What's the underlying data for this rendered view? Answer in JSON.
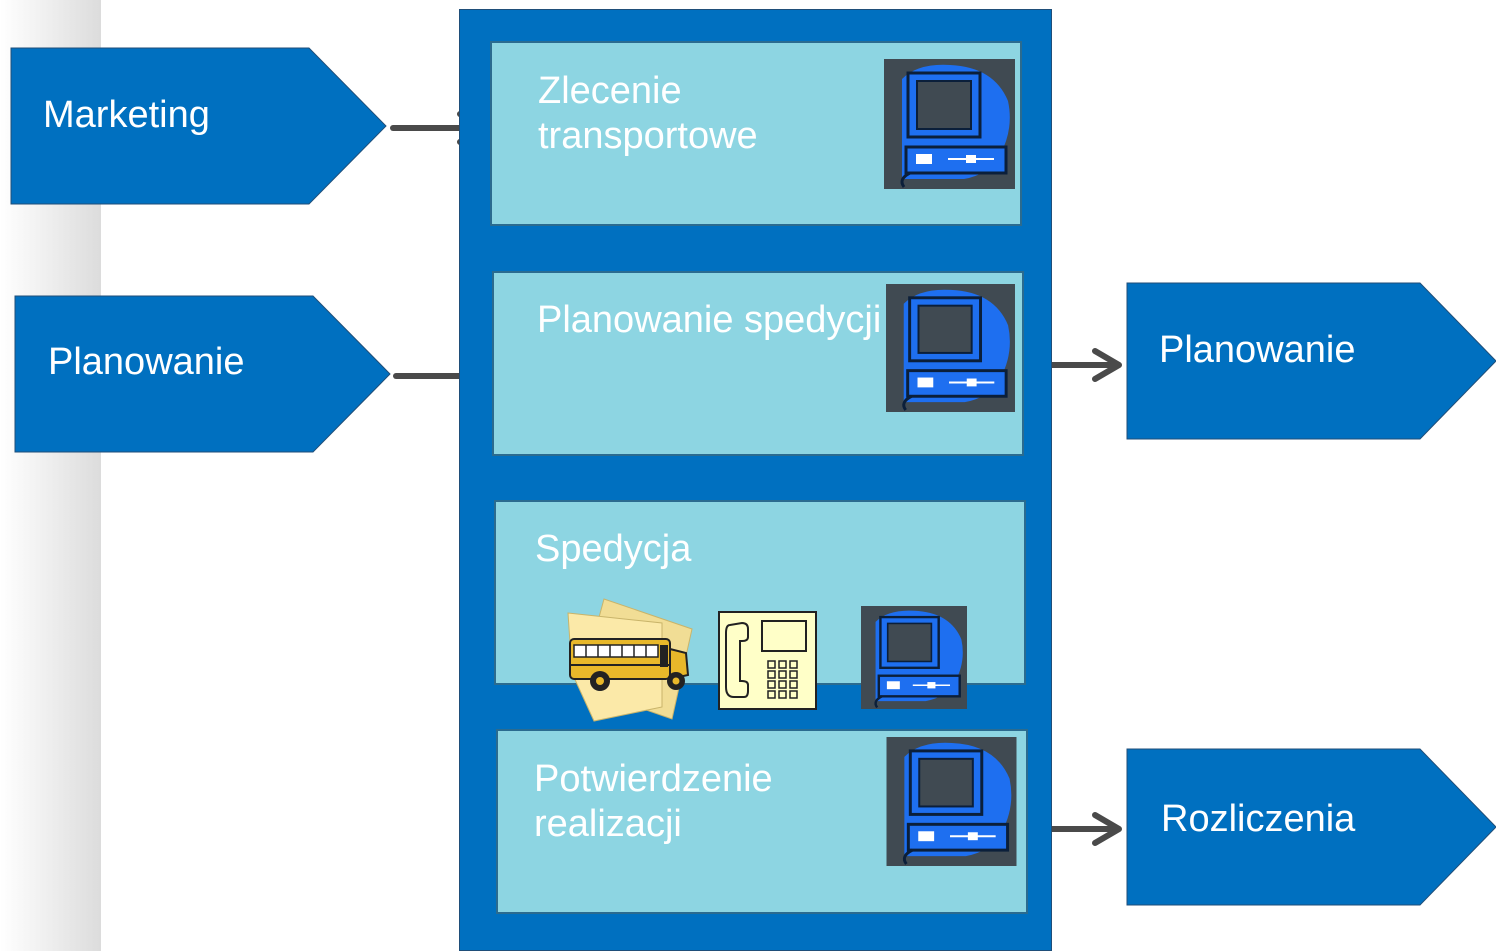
{
  "inputs": [
    {
      "label": "Marketing"
    },
    {
      "label": "Planowanie"
    }
  ],
  "process": {
    "steps": [
      {
        "label_line1": "Zlecenie",
        "label_line2": "transportowe"
      },
      {
        "label_line1": "Planowanie spedycji",
        "label_line2": ""
      },
      {
        "label_line1": "Spedycja",
        "label_line2": ""
      },
      {
        "label_line1": "Potwierdzenie",
        "label_line2": "realizacji"
      }
    ]
  },
  "outputs": [
    {
      "label": "Planowanie"
    },
    {
      "label": "Rozliczenia"
    }
  ],
  "colors": {
    "pentagon": "#0070c0",
    "column": "#0070c0",
    "box": "#8dd5e2",
    "arrow": "#4a4a4a",
    "computer_bg": "#404a52",
    "computer_blue": "#1e6ff0"
  },
  "icons": [
    "computer-icon",
    "school-bus-icon",
    "telephone-icon"
  ]
}
